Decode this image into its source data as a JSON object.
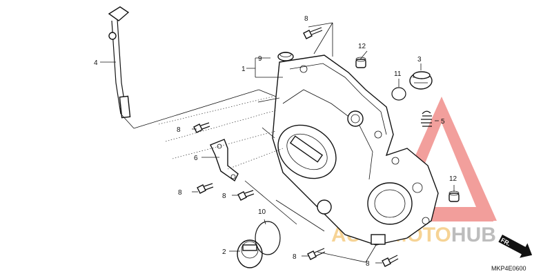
{
  "callouts": {
    "c1": "1",
    "c2": "2",
    "c3": "3",
    "c4": "4",
    "c5": "5",
    "c6": "6",
    "c8a": "8",
    "c8b": "8",
    "c8c": "8",
    "c8d": "8",
    "c8e": "8",
    "c8f": "8",
    "c9": "9",
    "c10": "10",
    "c11": "11",
    "c12a": "12",
    "c12b": "12"
  },
  "watermark": {
    "brand": "AUTOMOTOHUB",
    "color": "#e63c32"
  },
  "direction": {
    "label": "FR.",
    "icon": "arrow-right-down-icon"
  },
  "diagram_code": "MKP4E0600"
}
